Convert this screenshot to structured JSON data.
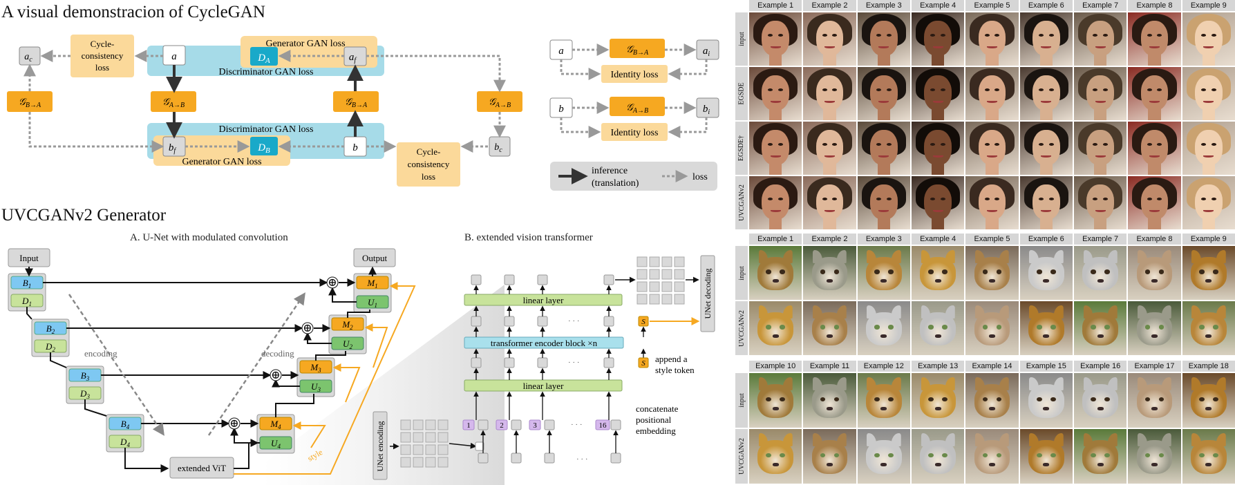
{
  "cyclegan": {
    "title": "A visual demonstracion of CycleGAN",
    "node_ac": "a",
    "node_ac_sub": "c",
    "cycle_loss_top": [
      "Cycle-",
      "consistency",
      "loss"
    ],
    "node_a": "a",
    "gen_gan_loss_top": "Generator GAN loss",
    "disc_a": "D",
    "disc_a_sub": "A",
    "node_af": "a",
    "node_af_sub": "f",
    "disc_gan_loss_top": "Discriminator GAN loss",
    "gen_b_to_a_left": "B→A",
    "gen_a_to_b": "A→B",
    "gen_b_to_a_mid": "B→A",
    "gen_a_to_b_right": "A→B",
    "disc_gan_loss_bottom": "Discriminator GAN loss",
    "node_bf": "b",
    "node_bf_sub": "f",
    "disc_b": "D",
    "disc_b_sub": "B",
    "node_b": "b",
    "gen_gan_loss_bottom": "Generator GAN loss",
    "cycle_loss_bottom": [
      "Cycle-",
      "consistency",
      "loss"
    ],
    "node_bc": "b",
    "node_bc_sub": "c"
  },
  "identity": {
    "row1_in": "a",
    "row1_gen": "B→A",
    "row1_out": "a",
    "row1_out_sub": "i",
    "row1_loss": "Identity loss",
    "row2_in": "b",
    "row2_gen": "A→B",
    "row2_out": "b",
    "row2_out_sub": "i",
    "row2_loss": "Identity loss"
  },
  "legend": {
    "inference": "inference",
    "translation": "(translation)",
    "loss": "loss"
  },
  "generator": {
    "title": "UVCGANv2 Generator",
    "unet_title": "A. U-Net with modulated convolution",
    "vit_title": "B. extended vision transformer",
    "input": "Input",
    "output": "Output",
    "blocks": [
      {
        "b": "B",
        "d": "D",
        "m": "M",
        "u": "U",
        "n": "1"
      },
      {
        "b": "B",
        "d": "D",
        "m": "M",
        "u": "U",
        "n": "2"
      },
      {
        "b": "B",
        "d": "D",
        "m": "M",
        "u": "U",
        "n": "3"
      },
      {
        "b": "B",
        "d": "D",
        "m": "M",
        "u": "U",
        "n": "4"
      }
    ],
    "encoding": "encoding",
    "decoding": "decoding",
    "extended_vit": "extended ViT",
    "style": "style",
    "oplus": "⊕",
    "unet_encoding": "UNet encoding",
    "unet_decoding": "UNet decoding",
    "linear_layer_top": "linear layer",
    "transformer_block": "transformer encoder block ×n",
    "linear_layer_bottom": "linear layer",
    "style_token": "S",
    "append_style": [
      "append a",
      "style token"
    ],
    "concat_pos": [
      "concatenate",
      "positional",
      "embedding"
    ],
    "pos_labels": [
      "1",
      "2",
      "3",
      "16"
    ],
    "ellipsis": "· · ·"
  },
  "faces_grid": {
    "columns": [
      "Example 1",
      "Example 2",
      "Example 3",
      "Example 4",
      "Example 5",
      "Example 6",
      "Example 7",
      "Example 8",
      "Example 9"
    ],
    "rows": [
      "input",
      "EGSDE",
      "EGSDE†",
      "UVCGANv2"
    ]
  },
  "animals_grid_top": {
    "columns": [
      "Example 1",
      "Example 2",
      "Example 3",
      "Example 4",
      "Example 5",
      "Example 6",
      "Example 7",
      "Example 8",
      "Example 9"
    ],
    "rows": [
      "input",
      "UVCGANv2"
    ]
  },
  "animals_grid_bottom": {
    "columns": [
      "Example 10",
      "Example 11",
      "Example 12",
      "Example 13",
      "Example 14",
      "Example 15",
      "Example 16",
      "Example 17",
      "Example 18"
    ],
    "rows": [
      "input",
      "UVCGANv2"
    ]
  },
  "colors": {
    "orange": "#f6a821",
    "light_orange": "#fbd99a",
    "cyan": "#19a9c9",
    "light_cyan": "#a6dbe8",
    "gray_box": "#d9d9d9",
    "blue_block": "#7ec8f2",
    "green_block": "#c8e39b",
    "dark_green": "#7cc46e",
    "light_blue_vit": "#a9e0ec",
    "purple": "#d5b8ec"
  },
  "icons": [
    "photo-thumbnail"
  ]
}
